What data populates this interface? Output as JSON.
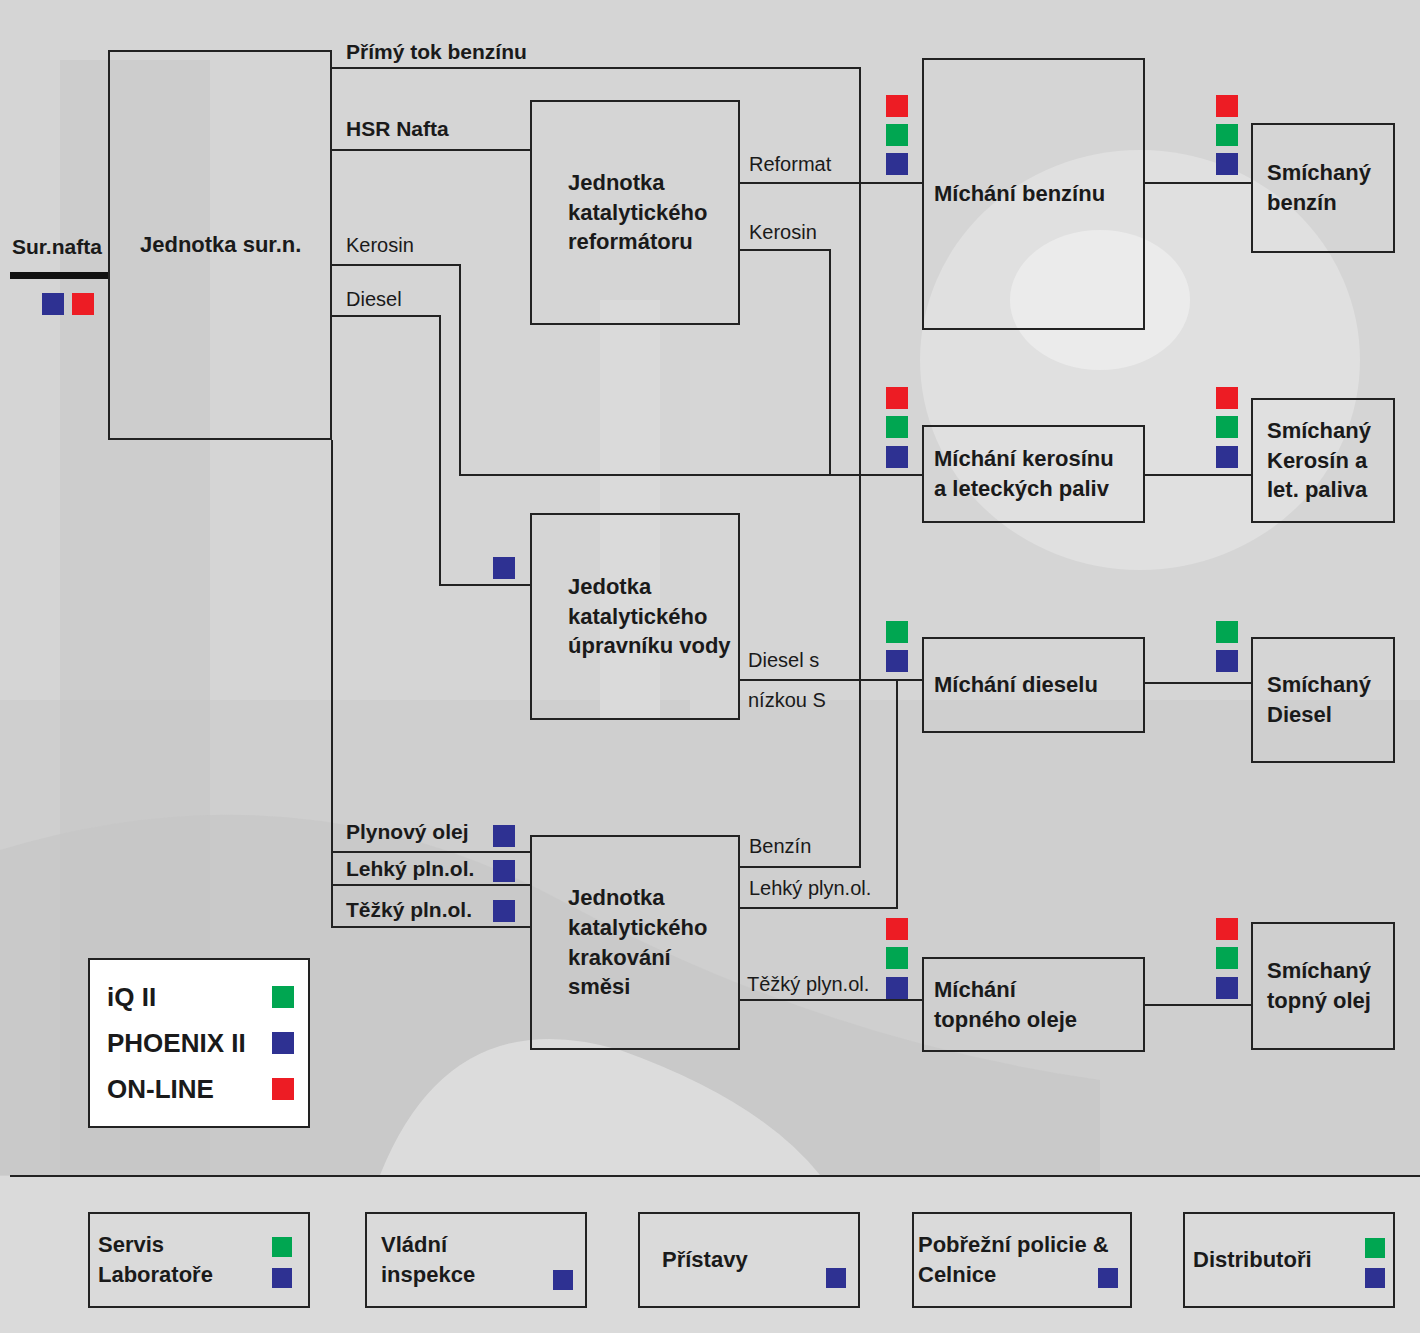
{
  "diagram": {
    "nodes": [
      {
        "text": [
          "Jednotka sur.n."
        ]
      },
      {
        "text": [
          "Jednotka katalytického reformátoru"
        ]
      },
      {
        "text": [
          "Míchání benzínu"
        ]
      },
      {
        "text": [
          "Smíchaný benzín"
        ]
      },
      {
        "text": [
          "Míchání kerosínu a leteckých paliv"
        ]
      },
      {
        "text": [
          "Smíchaný Kerosín a let. paliva"
        ]
      },
      {
        "text": [
          "Jedotka katalytického úpravníku vody"
        ]
      },
      {
        "text": [
          "Míchání dieselu"
        ]
      },
      {
        "text": [
          "Smíchaný Diesel"
        ]
      },
      {
        "text": [
          "Jednotka katalytického krakování směsi"
        ]
      },
      {
        "text": [
          "Míchání topného oleje"
        ]
      },
      {
        "text": [
          "Smíchaný topný olej"
        ]
      },
      {
        "text": [
          "Servis Laboratoře"
        ]
      },
      {
        "text": [
          "Vládní inspekce"
        ]
      },
      {
        "text": [
          "Přístavy"
        ]
      },
      {
        "text": [
          "Pobřežní policie & Celnice"
        ]
      },
      {
        "text": [
          "Distributoři"
        ]
      }
    ],
    "edges": [
      {
        "from": 0,
        "to": 2,
        "arrow": "none",
        "label": "Přímý tok benzínu"
      },
      {
        "from": 0,
        "to": 1,
        "arrow": "none",
        "label": "HSR Nafta"
      },
      {
        "from": 1,
        "to": 2,
        "arrow": "none",
        "label": "Reformat"
      },
      {
        "from": 2,
        "to": 3,
        "arrow": "none"
      },
      {
        "from": 0,
        "to": 4,
        "arrow": "none",
        "label": "Kerosin"
      },
      {
        "from": 1,
        "to": 4,
        "arrow": "none",
        "label": "Kerosin"
      },
      {
        "from": 4,
        "to": 5,
        "arrow": "none"
      },
      {
        "from": 0,
        "to": 6,
        "arrow": "none",
        "label": "Diesel"
      },
      {
        "from": 6,
        "to": 7,
        "arrow": "none",
        "label": "Diesel s nízkou S"
      },
      {
        "from": 7,
        "to": 8,
        "arrow": "none"
      },
      {
        "from": 0,
        "to": 9,
        "arrow": "none",
        "label": "Plynový olej"
      },
      {
        "from": 0,
        "to": 9,
        "arrow": "none",
        "label": "Lehký pln.ol."
      },
      {
        "from": 0,
        "to": 9,
        "arrow": "none",
        "label": "Těžký pln.ol."
      },
      {
        "from": 9,
        "to": 2,
        "arrow": "none",
        "label": "Benzín"
      },
      {
        "from": 9,
        "to": 7,
        "arrow": "none",
        "label": "Lehký plyn.ol."
      },
      {
        "from": 9,
        "to": 10,
        "arrow": "none",
        "label": "Těžký plyn.ol."
      },
      {
        "from": 10,
        "to": 11,
        "arrow": "none"
      }
    ],
    "labels": [
      "Sur.nafta"
    ],
    "legend": [
      {
        "text": "iQ II",
        "color": "#00a651"
      },
      {
        "text": "PHOENIX II",
        "color": "#2e3192"
      },
      {
        "text": "ON-LINE",
        "color": "#ed1c24"
      }
    ]
  }
}
